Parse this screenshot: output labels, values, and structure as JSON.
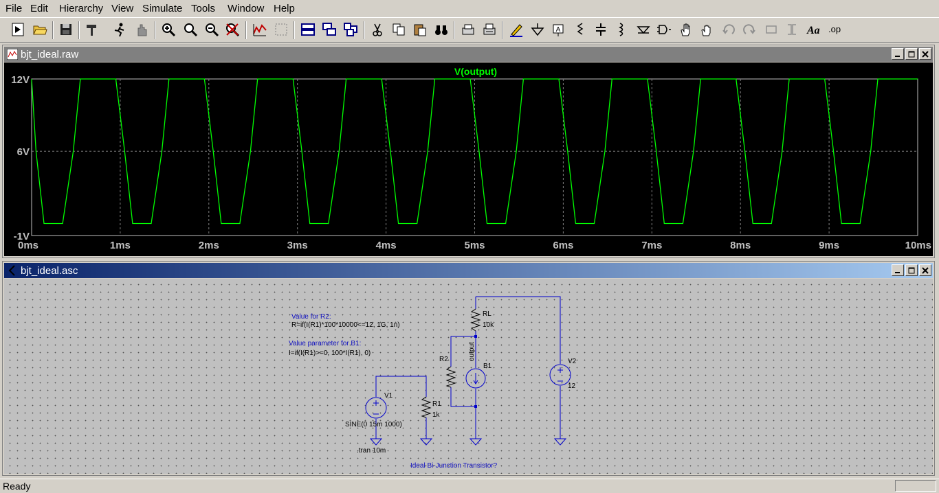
{
  "menu": [
    "File",
    "Edit",
    "Hierarchy",
    "View",
    "Simulate",
    "Tools",
    "Window",
    "Help"
  ],
  "plot_window": {
    "title": "bjt_ideal.raw",
    "trace_label": "V(output)",
    "y_ticks": [
      "12V",
      "6V",
      "-1V"
    ],
    "x_ticks": [
      "0ms",
      "1ms",
      "2ms",
      "3ms",
      "4ms",
      "5ms",
      "6ms",
      "7ms",
      "8ms",
      "9ms",
      "10ms"
    ],
    "trace_color": "#00ff00"
  },
  "chart_data": {
    "type": "line",
    "title": "V(output)",
    "xlabel": "",
    "ylabel": "",
    "xlim": [
      0,
      10
    ],
    "ylim": [
      -1,
      12
    ],
    "grid": true,
    "series": [
      {
        "name": "V(output)",
        "x": [
          0,
          0.05,
          0.14,
          0.35,
          0.47,
          0.55,
          0.95,
          1.05,
          1.14,
          1.35,
          1.47,
          1.55,
          1.95,
          2.05,
          2.14,
          2.35,
          2.47,
          2.55,
          2.95,
          3.05,
          3.14,
          3.35,
          3.47,
          3.55,
          3.95,
          4.05,
          4.14,
          4.35,
          4.47,
          4.55,
          4.95,
          5.05,
          5.14,
          5.35,
          5.47,
          5.55,
          5.95,
          6.05,
          6.14,
          6.35,
          6.47,
          6.55,
          6.95,
          7.05,
          7.14,
          7.35,
          7.47,
          7.55,
          7.95,
          8.05,
          8.14,
          8.35,
          8.47,
          8.55,
          8.95,
          9.05,
          9.14,
          9.35,
          9.47,
          9.55,
          10
        ],
        "y": [
          12,
          6,
          0,
          0,
          6,
          12,
          12,
          6,
          0,
          0,
          6,
          12,
          12,
          6,
          0,
          0,
          6,
          12,
          12,
          6,
          0,
          0,
          6,
          12,
          12,
          6,
          0,
          0,
          6,
          12,
          12,
          6,
          0,
          0,
          6,
          12,
          12,
          6,
          0,
          0,
          6,
          12,
          12,
          6,
          0,
          0,
          6,
          12,
          12,
          6,
          0,
          0,
          6,
          12,
          12,
          6,
          0,
          0,
          6,
          12,
          12
        ]
      }
    ]
  },
  "schematic_window": {
    "title": "bjt_ideal.asc",
    "comment_r2_title": "Value for R2:",
    "comment_r2_expr": "R=if(I(R1)*100*10000<=12, 1G, 1n)",
    "comment_b1_title": "Value parameter for B1:",
    "comment_b1_expr": "I=if(I(R1)>=0, 100*I(R1), 0)",
    "rl_name": "RL",
    "rl_value": "10k",
    "r2_name": "R2",
    "b1_name": "B1",
    "net_output": "output",
    "v2_name": "V2",
    "v2_value": "12",
    "v1_name": "V1",
    "v1_value": "SINE(0 15m 1000)",
    "r1_name": "R1",
    "r1_value": "1k",
    "tran_directive": ".tran 10m",
    "footer_note": "Ideal Bi-Junction Transistor?",
    "wire_color": "#0000cc",
    "text_color": "#1010c0"
  },
  "status": "Ready"
}
